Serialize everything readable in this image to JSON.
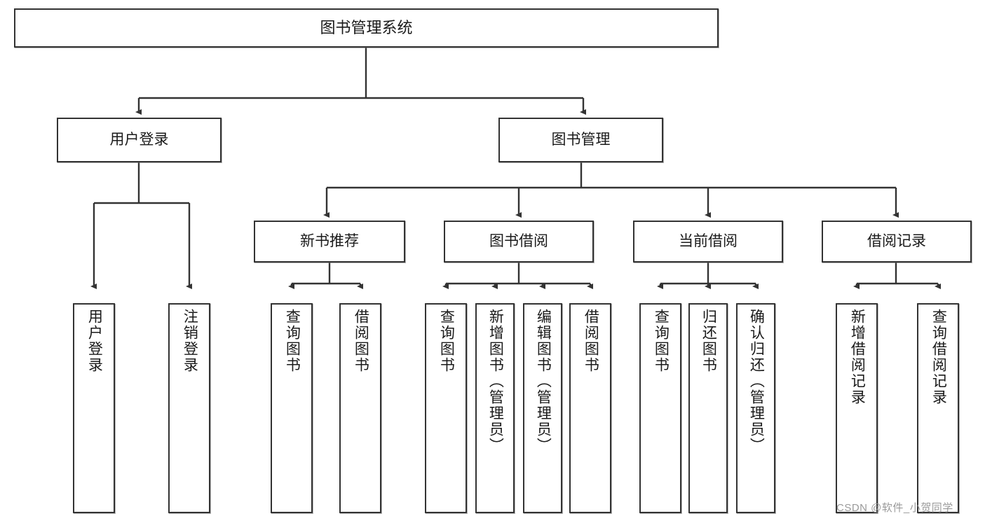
{
  "diagram": {
    "type": "tree",
    "title": "图书管理系统",
    "orientation": "top-down",
    "colors": {
      "box_border": "#333333",
      "box_fill": "#ffffff",
      "edge": "#333333",
      "text": "#1a1a1a",
      "watermark": "#9a9a9a",
      "background": "#ffffff"
    },
    "nodes": {
      "root": {
        "label": "图书管理系统"
      },
      "level2": [
        {
          "label": "用户登录"
        },
        {
          "label": "图书管理"
        }
      ],
      "level3": [
        {
          "label": "新书推荐"
        },
        {
          "label": "图书借阅"
        },
        {
          "label": "当前借阅"
        },
        {
          "label": "借阅记录"
        }
      ],
      "leaves_user_login": [
        {
          "label": "用户登录"
        },
        {
          "label": "注销登录"
        }
      ],
      "leaves_new_book": [
        {
          "label": "查询图书"
        },
        {
          "label": "借阅图书"
        }
      ],
      "leaves_borrow": [
        {
          "label": "查询图书"
        },
        {
          "label": "新增图书（管理员）"
        },
        {
          "label": "编辑图书（管理员）"
        },
        {
          "label": "借阅图书"
        }
      ],
      "leaves_current": [
        {
          "label": "查询图书"
        },
        {
          "label": "归还图书"
        },
        {
          "label": "确认归还（管理员）"
        }
      ],
      "leaves_records": [
        {
          "label": "新增借阅记录"
        },
        {
          "label": "查询借阅记录"
        }
      ]
    },
    "watermark": "CSDN @软件_小贺同学"
  }
}
